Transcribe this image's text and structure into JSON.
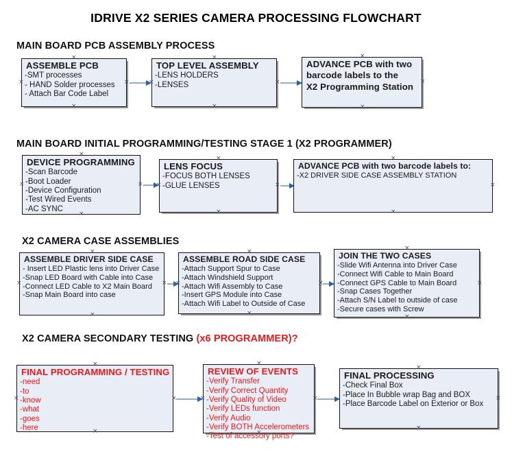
{
  "title": "IDRIVE X2  SERIES CAMERA PROCESSING FLOWCHART",
  "colors": {
    "box_fill": "#e8edf6",
    "box_border": "#111111",
    "red_text": "#e8191b",
    "black_text": "#1a1a1a",
    "arrow_line": "#8fadc8",
    "arrow_head": "#2b5fb0"
  },
  "sections": [
    {
      "heading": "MAIN BOARD PCB ASSEMBLY PROCESS",
      "heading_red": "",
      "boxes": [
        {
          "title": "ASSEMBLE PCB",
          "lines": [
            "-SMT processes",
            "- HAND Solder processes",
            "- Attach Bar Code Label"
          ],
          "color": "black"
        },
        {
          "title": "TOP LEVEL ASSEMBLY",
          "lines": [
            "-LENS HOLDERS",
            "-LENSES"
          ],
          "color": "black"
        },
        {
          "title": "ADVANCE PCB with two",
          "lines": [
            "barcode labels to the",
            " X2 Programming Station"
          ],
          "color": "black"
        }
      ]
    },
    {
      "heading": "MAIN BOARD INITIAL PROGRAMMING/TESTING STAGE 1 (X2 PROGRAMMER)",
      "heading_red": "",
      "boxes": [
        {
          "title": "DEVICE PROGRAMMING",
          "lines": [
            "-Scan Barcode",
            "-Boot Loader",
            "-Device Configuration",
            "-Test Wired Events",
            "-AC SYNC"
          ],
          "color": "black"
        },
        {
          "title": "LENS FOCUS",
          "lines": [
            "-FOCUS BOTH LENSES",
            "-GLUE LENSES"
          ],
          "color": "black"
        },
        {
          "title": "ADVANCE PCB with two barcode labels to:",
          "lines": [
            "-X2 DRIVER  SIDE  CASE  ASSEMBLY STATION"
          ],
          "color": "black"
        }
      ]
    },
    {
      "heading": "X2 CAMERA CASE ASSEMBLIES",
      "heading_red": "",
      "boxes": [
        {
          "title": "ASSEMBLE DRIVER SIDE CASE",
          "lines": [
            "- Insert LED Plastic lens into Driver Case",
            "-Snap LED Board with Cable into Case",
            "-Connect LED Cable to X2 Main Board",
            "-Snap Main Board into case"
          ],
          "color": "black"
        },
        {
          "title": "ASSEMBLE ROAD SIDE CASE",
          "lines": [
            "-Attach Support Spur to Case",
            "-Attach Windshield Support",
            "-Attach Wifi Assembly to Case",
            "-Insert GPS Module into Case",
            "-Attach Wifi Label to Outside of Case"
          ],
          "color": "black"
        },
        {
          "title": "JOIN THE TWO CASES",
          "lines": [
            "-Slide Wifi Antenna into Driver Case",
            "-Connect Wifi Cable to Main Board",
            "-Connect GPS Cable to Main Board",
            "-Snap Cases Together",
            "-Attach S/N Label to outside of case",
            "-Secure cases with Screw"
          ],
          "color": "black"
        }
      ]
    },
    {
      "heading": "X2 CAMERA SECONDARY TESTING ",
      "heading_red": "(x6 PROGRAMMER)?",
      "boxes": [
        {
          "title": "FINAL PROGRAMMING / TESTING",
          "lines": [
            "-need",
            "-to",
            "-know",
            "-what",
            "-goes",
            "-here"
          ],
          "color": "red"
        },
        {
          "title": "REVIEW OF EVENTS",
          "lines": [
            "-Verify Transfer",
            "-Verify Correct Quantity",
            "-Verify Quality of Video",
            "-Verify LEDs function",
            "-Verify Audio",
            "-Verify BOTH Accelerometers",
            "-Test of accessory ports?"
          ],
          "color": "red"
        },
        {
          "title": "FINAL PROCESSING",
          "lines": [
            " -Check Final Box",
            "-Place In Bubble wrap Bag and BOX",
            "-Place Barcode Label on Exterior or Box"
          ],
          "color": "black"
        }
      ]
    }
  ]
}
